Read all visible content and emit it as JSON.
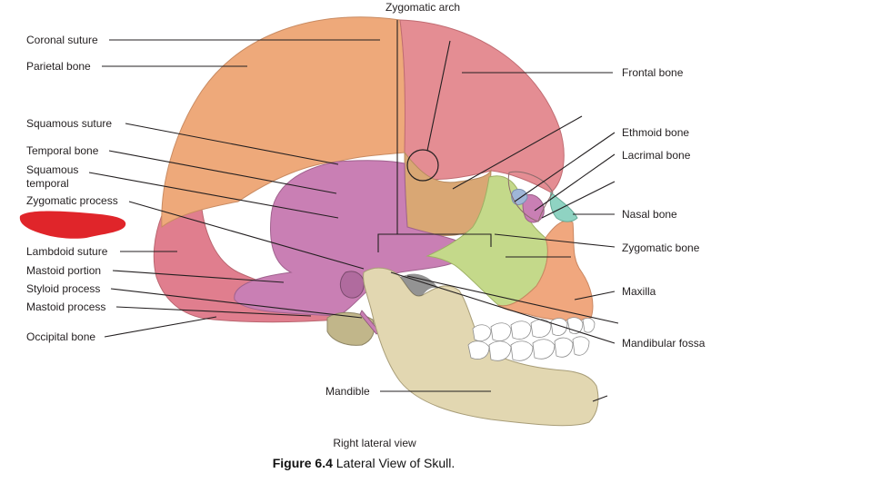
{
  "labels": {
    "zygomatic_arch": "Zygomatic arch",
    "coronal_suture": "Coronal suture",
    "parietal_bone": "Parietal bone",
    "frontal_bone": "Frontal bone",
    "squamous_suture": "Squamous suture",
    "ethmoid_bone": "Ethmoid bone",
    "lacrimal_bone": "Lacrimal bone",
    "temporal_bone": "Temporal bone",
    "squamous_temporal_line1": "Squamous",
    "squamous_temporal_line2": "temporal",
    "zygomatic_process": "Zygomatic process",
    "nasal_bone": "Nasal bone",
    "lambdoid_suture": "Lambdoid suture",
    "zygomatic_bone": "Zygomatic bone",
    "mastoid_portion": "Mastoid portion",
    "styloid_process": "Styloid process",
    "maxilla": "Maxilla",
    "mastoid_process": "Mastoid process",
    "occipital_bone": "Occipital bone",
    "mandibular_fossa": "Mandibular fossa",
    "mandible": "Mandible"
  },
  "view_caption": "Right lateral view",
  "figure_caption": {
    "number": "Figure 6.4",
    "text": " Lateral View of Skull."
  },
  "colors": {
    "parietal": "#eea97a",
    "frontal": "#e48d93",
    "temporal": "#c97fb4",
    "occipital": "#e07e8e",
    "zygomatic": "#c4d98a",
    "maxilla": "#f0a77e",
    "nasal": "#8fd3c2",
    "mandible": "#e2d7b1",
    "teeth": "#ffffff",
    "sphenoid": "#e8b18a",
    "annotation_mark": "#e0252a"
  }
}
